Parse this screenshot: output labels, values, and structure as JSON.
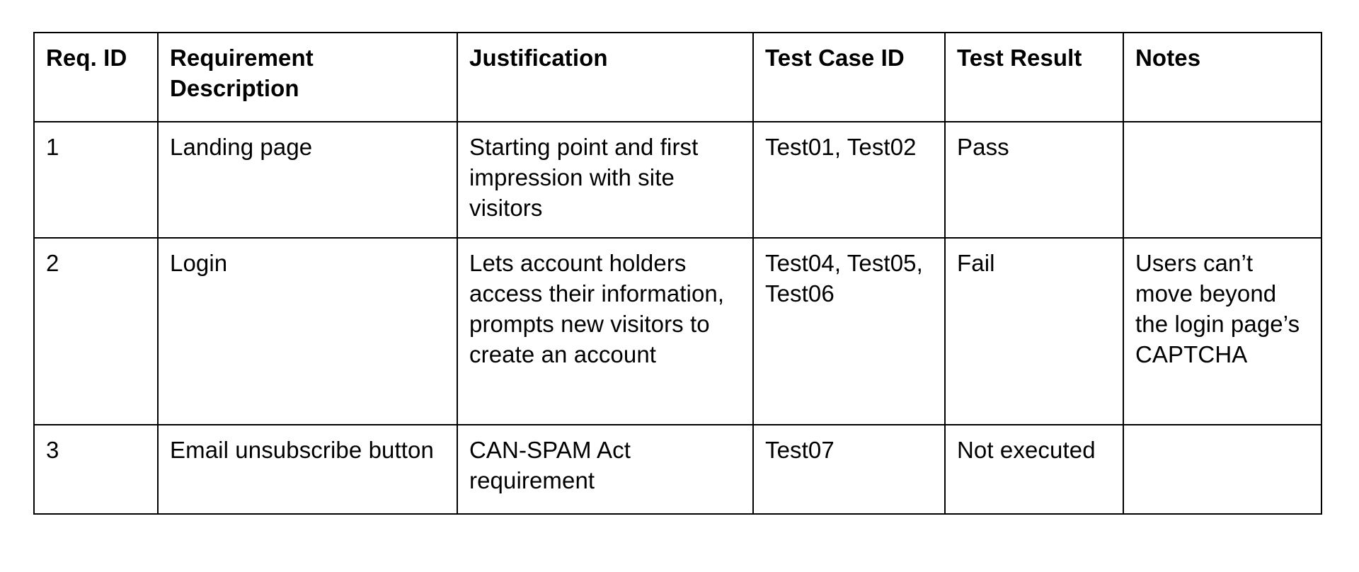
{
  "table": {
    "caption": "",
    "columns": [
      {
        "key": "req_id",
        "label": "Req. ID"
      },
      {
        "key": "description",
        "label": "Requirement Description"
      },
      {
        "key": "justification",
        "label": "Justification"
      },
      {
        "key": "test_case_id",
        "label": "Test Case ID"
      },
      {
        "key": "test_result",
        "label": "Test Result"
      },
      {
        "key": "notes",
        "label": "Notes"
      }
    ],
    "rows": [
      {
        "req_id": "1",
        "description": "Landing page",
        "justification": "Starting point and first impression with site visitors",
        "test_case_id": "Test01, Test02",
        "test_result": "Pass",
        "notes": ""
      },
      {
        "req_id": "2",
        "description": "Login",
        "justification": "Lets account holders access their information, prompts new visitors to create an account",
        "test_case_id": "Test04, Test05, Test06",
        "test_result": "Fail",
        "notes": "Users can’t move beyond the login page’s CAPTCHA"
      },
      {
        "req_id": "3",
        "description": "Email unsubscribe button",
        "justification": "CAN-SPAM Act requirement",
        "test_case_id": "Test07",
        "test_result": "Not executed",
        "notes": ""
      }
    ]
  },
  "colors": {
    "border": "#000000",
    "text": "#000000",
    "background": "#ffffff"
  }
}
